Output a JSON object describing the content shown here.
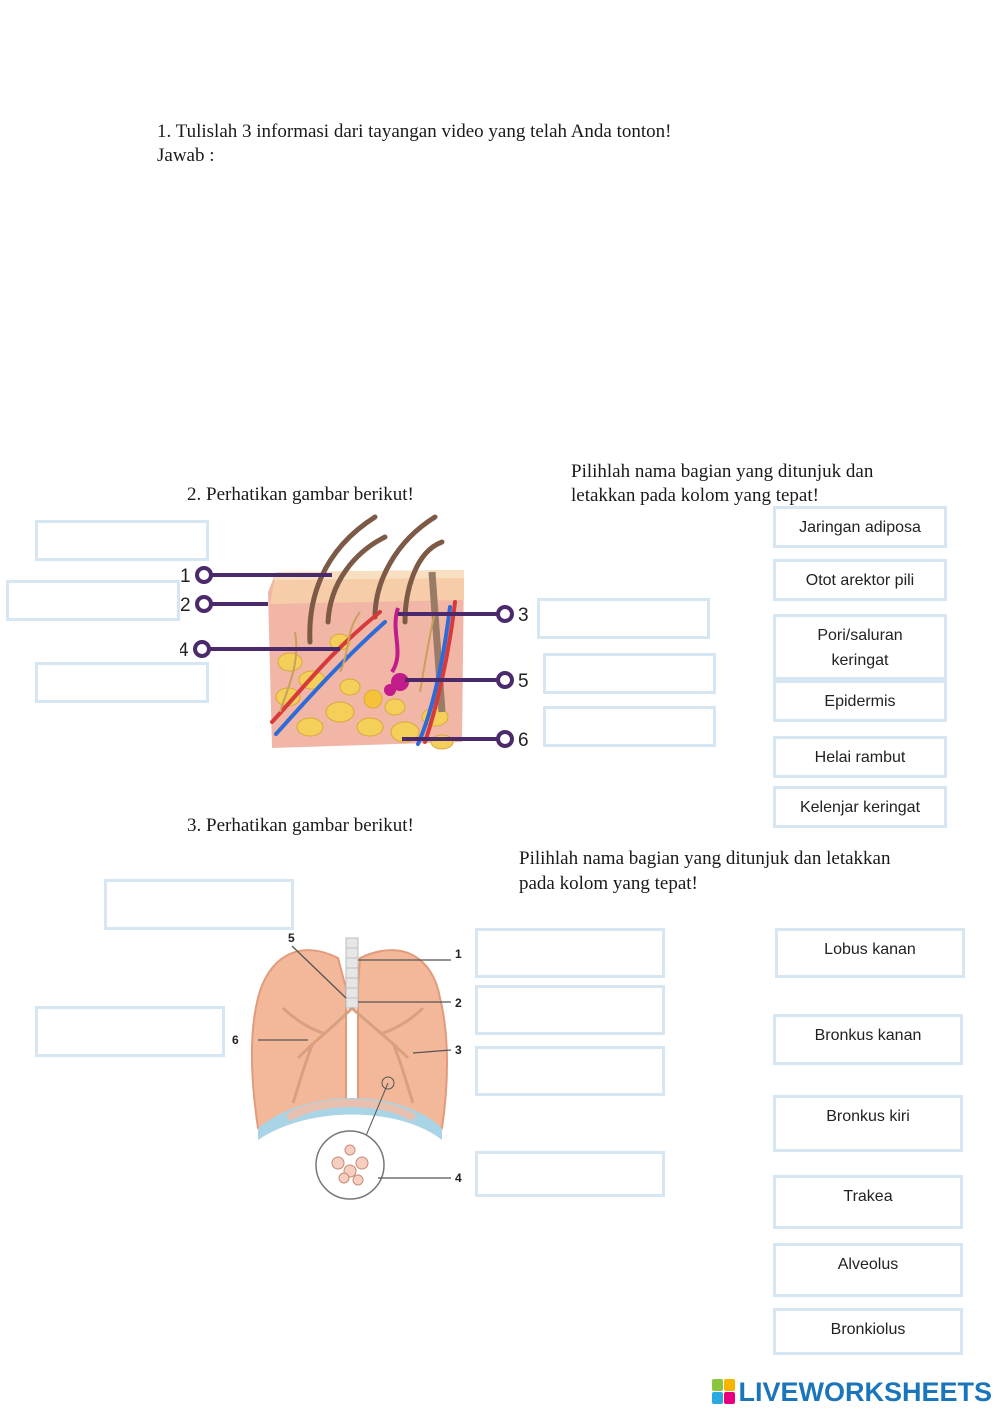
{
  "q1": {
    "text": "1.  Tulislah 3 informasi dari tayangan video yang telah Anda tonton!",
    "answer_label": "Jawab :"
  },
  "q2": {
    "title": "2.  Perhatikan gambar berikut!",
    "instruction_line1": "Pilihlah nama bagian yang ditunjuk dan",
    "instruction_line2": "letakkan pada kolom yang tepat!",
    "labels": [
      "1",
      "2",
      "3",
      "4",
      "5",
      "6"
    ],
    "options": [
      "Jaringan adiposa",
      "Otot arektor pili",
      "Pori/saluran keringat",
      "Epidermis",
      "Helai rambut",
      "Kelenjar keringat"
    ]
  },
  "q3": {
    "title": "3.  Perhatikan gambar berikut!",
    "instruction_line1": "Pilihlah nama bagian yang ditunjuk dan letakkan",
    "instruction_line2": "pada kolom yang tepat!",
    "labels": [
      "1",
      "2",
      "3",
      "4",
      "5",
      "6"
    ],
    "options": [
      "Lobus kanan",
      "Bronkus kanan",
      "Bronkus kiri",
      "Trakea",
      "Alveolus",
      "Bronkiolus"
    ]
  },
  "brand": {
    "name": "LIVEWORKSHEETS",
    "color": "#1b75bb"
  }
}
